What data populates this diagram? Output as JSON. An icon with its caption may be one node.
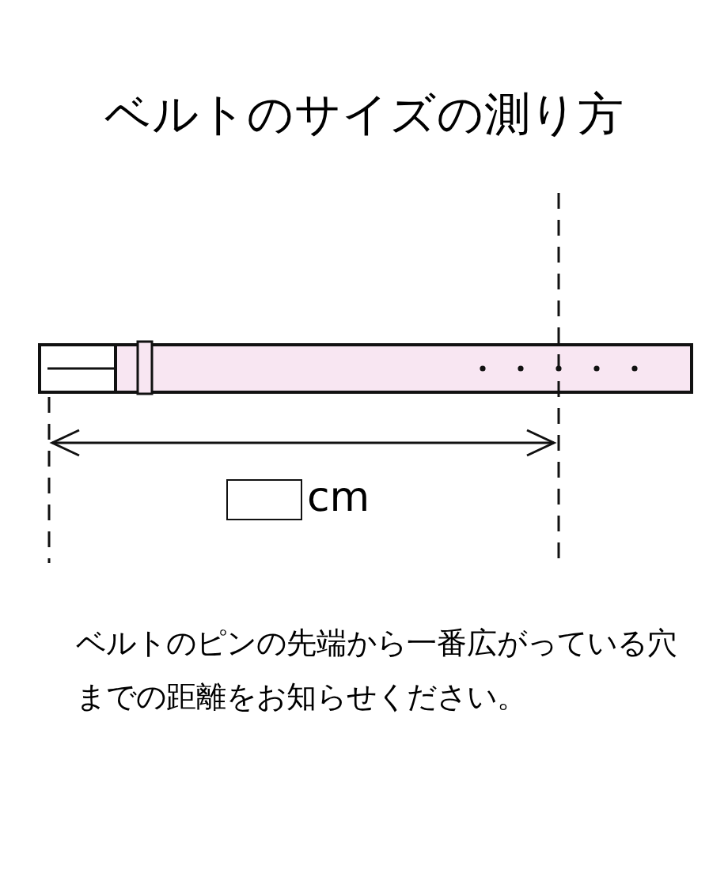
{
  "diagram": {
    "title": "ベルトのサイズの測り方",
    "labels": [
      "cm",
      "ベルトのピンの先端から一番広がっている穴までの距離をお知らせください。"
    ]
  }
}
